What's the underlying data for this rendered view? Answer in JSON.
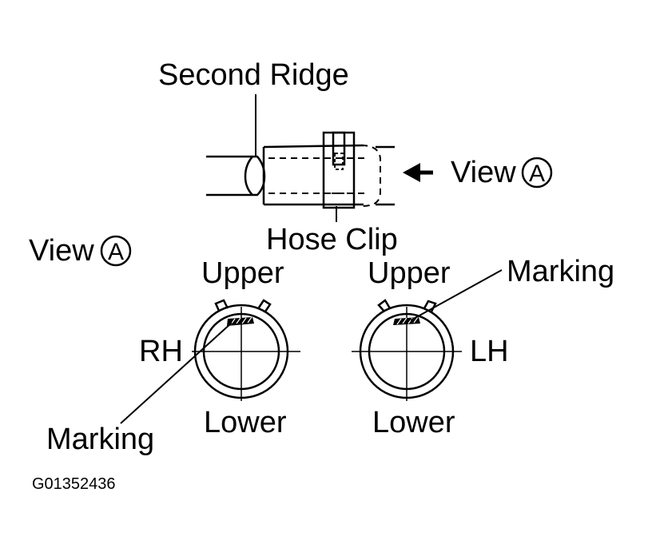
{
  "diagram": {
    "labels": {
      "second_ridge": "Second Ridge",
      "view_top": "View",
      "view_circle_letter": "A",
      "hose_clip": "Hose Clip",
      "view_left": "View",
      "upper_left": "Upper",
      "upper_right": "Upper",
      "marking_right": "Marking",
      "rh": "RH",
      "lh": "LH",
      "marking_left": "Marking",
      "lower_left": "Lower",
      "lower_right": "Lower",
      "figure_code": "G01352436"
    },
    "colors": {
      "ink": "#000000",
      "background": "#ffffff"
    }
  }
}
